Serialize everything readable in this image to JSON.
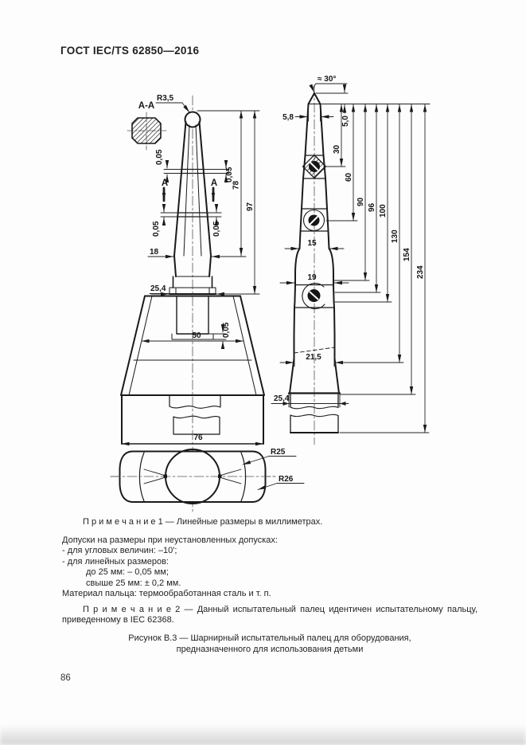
{
  "page": {
    "header_title": "ГОСТ IEC/TS 62850—2016",
    "page_number": "86"
  },
  "drawing": {
    "front_view": {
      "section_label": "A-A",
      "cut_label": "A",
      "tip_radius": "R3,5",
      "gap_labels": [
        "0,05",
        "0,05",
        "0,05",
        "0,05",
        "0,05"
      ],
      "cone_base_width": "18",
      "collar_width": "25,4",
      "guard_inner_width": "50",
      "finger_length": "78",
      "length_to_collar": "97",
      "handle_width": "76",
      "handle_radius_top": "R25",
      "handle_radius_bottom": "R26"
    },
    "side_view": {
      "tip_angle": "≈ 30°",
      "tip_width": "5,8",
      "tip_cone_height": "5,0",
      "length_labels": [
        "30",
        "60",
        "90",
        "96",
        "100",
        "130",
        "154",
        "234"
      ],
      "width_upper": "15",
      "width_knuckle": "19",
      "width_lower": "21,5",
      "base_width": "25,4"
    }
  },
  "notes": {
    "note1": "П р и м е ч а н и е   1 — Линейные размеры в миллиметрах.",
    "tolerance_title": "Допуски на размеры при неустановленных допусках:",
    "tolerance_angular": "- для угловых величин: –10';",
    "tolerance_linear": "- для линейных размеров:",
    "tolerance_to25": "до 25 мм: – 0,05 мм;",
    "tolerance_over25": "свыше 25 мм: ± 0,2 мм.",
    "material": "Материал пальца: термообработанная сталь и т. п.",
    "note2": "П р и м е ч а н и е   2 — Данный испытательный палец идентичен испытательному пальцу, приведенному в IEC 62368."
  },
  "figure_caption": {
    "line1": "Рисунок В.3 — Шарнирный испытательный палец для оборудования,",
    "line2": "предназначенного для использования детьми"
  }
}
